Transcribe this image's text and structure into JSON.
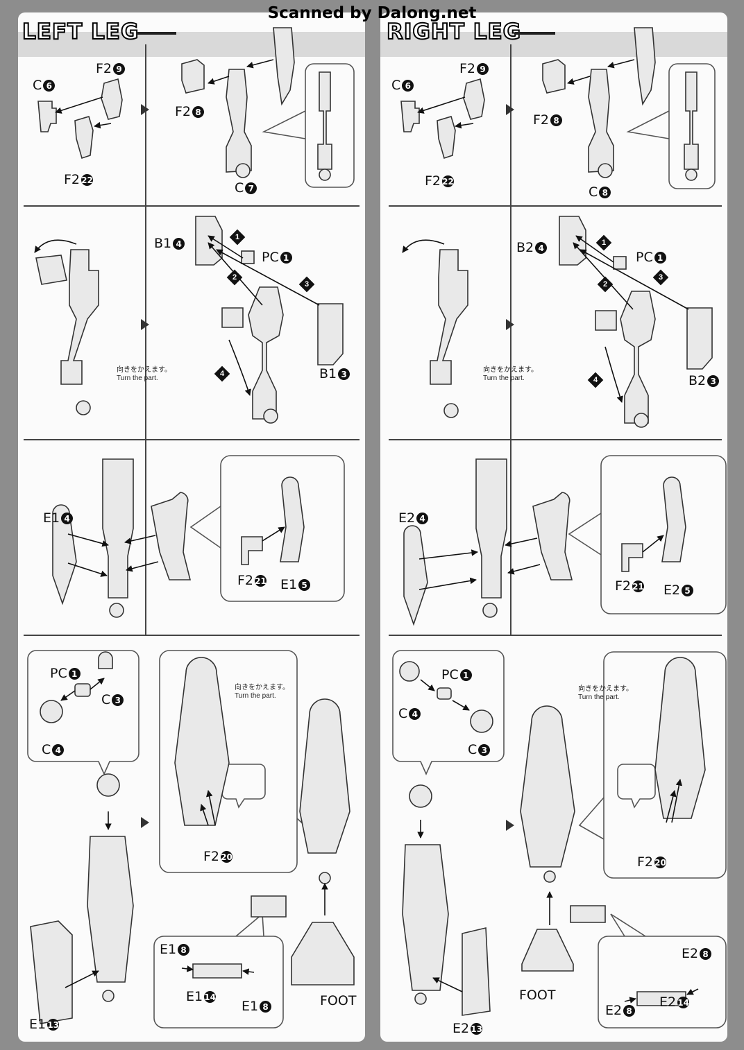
{
  "watermark": "Scanned by Dalong.net",
  "left": {
    "title": "LEFT LEG",
    "s1": {
      "c6": "C",
      "f29": "F2",
      "f28": "F2",
      "f222": "F2",
      "c7": "C"
    },
    "s2": {
      "b14": "B1",
      "pc1": "PC",
      "b13": "B1",
      "jp": "向きをかえます。",
      "en": "Turn the part."
    },
    "s3": {
      "e14": "E1",
      "f221": "F2",
      "e15": "E1"
    },
    "s4": {
      "pc1": "PC",
      "c3": "C",
      "c4": "C",
      "jp": "向きをかえます。",
      "en": "Turn the part.",
      "f220": "F2",
      "e18a": "E1",
      "e114": "E1",
      "e18b": "E1",
      "foot": "FOOT",
      "e113": "E1"
    }
  },
  "right": {
    "title": "RIGHT LEG",
    "s1": {
      "c6": "C",
      "f29": "F2",
      "f28": "F2",
      "f222": "F2",
      "c8": "C"
    },
    "s2": {
      "b24": "B2",
      "pc1": "PC",
      "b23": "B2",
      "jp": "向きをかえます。",
      "en": "Turn the part."
    },
    "s3": {
      "e24": "E2",
      "f221": "F2",
      "e25": "E2"
    },
    "s4": {
      "pc1": "PC",
      "c4": "C",
      "c3": "C",
      "jp": "向きをかえます。",
      "en": "Turn the part.",
      "f220": "F2",
      "foot": "FOOT",
      "e28a": "E2",
      "e28b": "E2",
      "e214": "E2",
      "e213": "E2"
    }
  },
  "numbers": {
    "n1": "1",
    "n2": "2",
    "n3": "3",
    "n4": "4",
    "n5": "5",
    "n6": "6",
    "n7": "7",
    "n8": "8",
    "n9": "9",
    "n13": "13",
    "n14": "14",
    "n20": "20",
    "n21": "21",
    "n22": "22"
  }
}
